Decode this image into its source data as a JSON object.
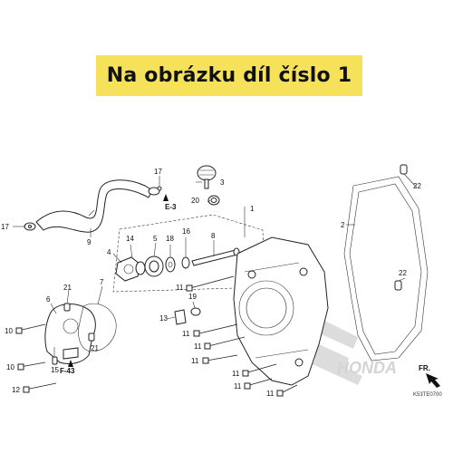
{
  "banner": {
    "text": "Na obrázku díl číslo 1"
  },
  "labels": {
    "l1": "1",
    "l2": "2",
    "l3": "3",
    "l4": "4",
    "l5": "5",
    "l6": "6",
    "l7": "7",
    "l8": "8",
    "l9": "9",
    "l10": "10",
    "l11": "11",
    "l12": "12",
    "l13": "13",
    "l14": "14",
    "l15": "15",
    "l16": "16",
    "l17": "17",
    "l18": "18",
    "l19": "19",
    "l20": "20",
    "l21": "21",
    "l22": "22"
  },
  "refs": {
    "e3": "E-3",
    "f43": "F-43",
    "fr": "FR."
  },
  "drawing_code": "K53TE0700",
  "logo": "HONDA"
}
